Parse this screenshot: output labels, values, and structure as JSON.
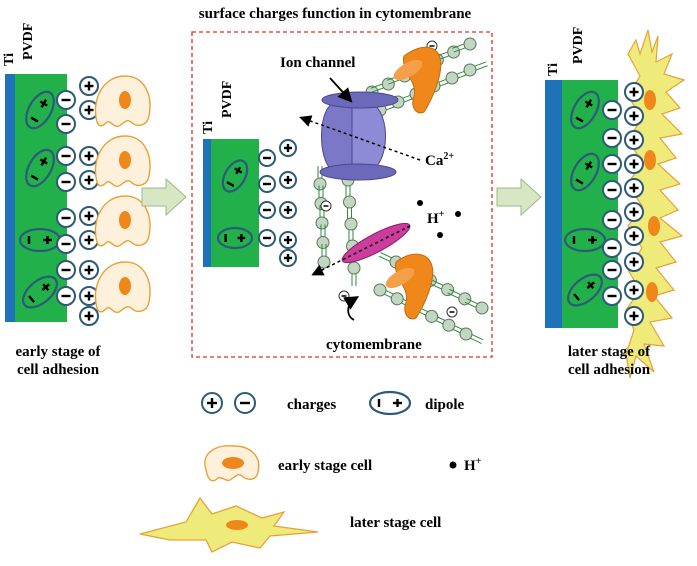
{
  "title": "surface charges function in cytomembrane",
  "layers": {
    "ti": "Ti",
    "pvdf": "PVDF"
  },
  "panels": {
    "early": {
      "line1": "early stage of",
      "line2": "cell adhesion"
    },
    "later": {
      "line1": "later stage of",
      "line2": "cell adhesion"
    }
  },
  "membrane": {
    "ion_channel": "Ion channel",
    "ca": "Ca",
    "ca_sup": "2+",
    "h": "H",
    "h_sup": "+",
    "cytomembrane": "cytomembrane"
  },
  "legend": {
    "charges": "charges",
    "dipole": "dipole",
    "early_cell": "early stage cell",
    "h": "H",
    "h_sup": "+",
    "later_cell": "later stage cell"
  },
  "colors": {
    "ti": "#1e73b8",
    "pvdf": "#22b04b",
    "charge_ring": "#2d5a78",
    "cell_fill": "#fdf1dc",
    "cell_stroke": "#e8a13a",
    "nucleus": "#f0871a",
    "later_cell_fill": "#eeeb7a",
    "frame": "#e0301e",
    "arrow": "#d7e6c3",
    "channel": "#7b78c8",
    "pump": "#cc3c9c",
    "lipid_head": "#c3d6c3"
  }
}
